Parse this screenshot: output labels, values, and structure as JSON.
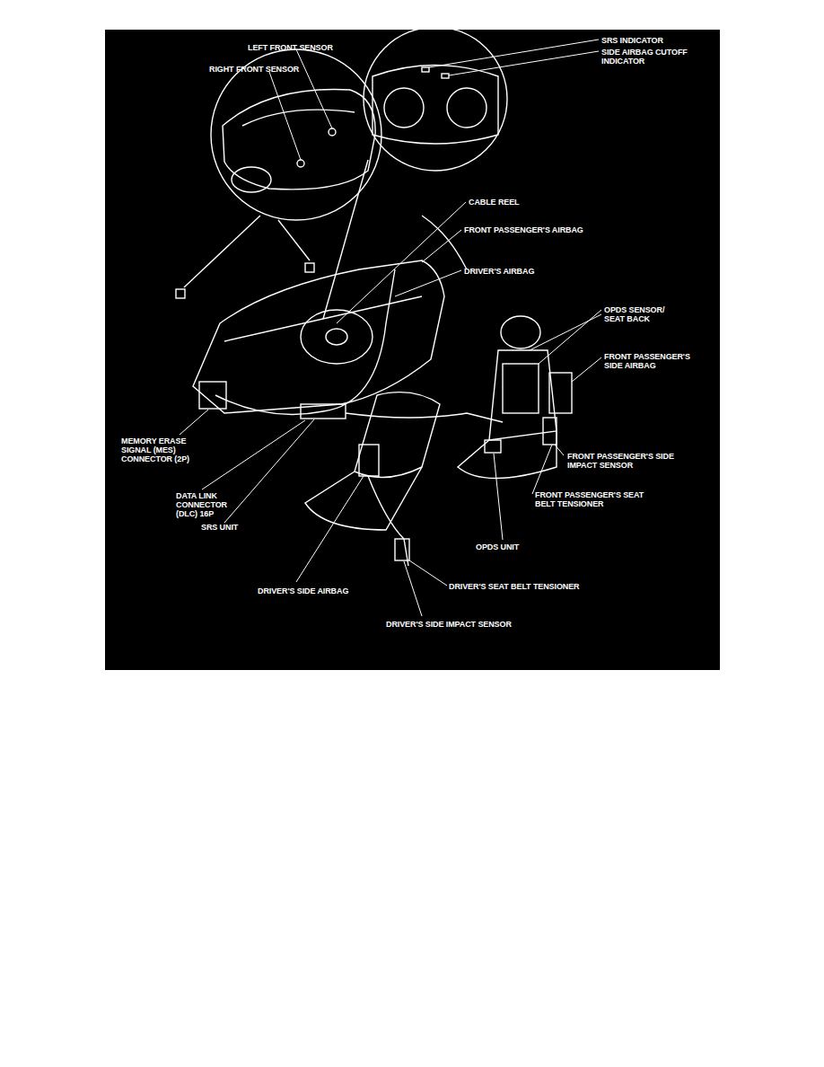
{
  "diagram": {
    "labels": [
      "LEFT FRONT SENSOR",
      "RIGHT FRONT SENSOR",
      "SRS INDICATOR",
      "SIDE AIRBAG CUTOFF INDICATOR",
      "CABLE REEL",
      "FRONT PASSENGER'S AIRBAG",
      "DRIVER'S AIRBAG",
      "OPDS SENSOR/ SEAT BACK",
      "FRONT PASSENGER'S SIDE AIRBAG",
      "FRONT PASSENGER'S SIDE IMPACT SENSOR",
      "FRONT PASSENGER'S SEAT BELT TENSIONER",
      "MEMORY ERASE SIGNAL (MES) CONNECTOR (2P)",
      "DATA LINK CONNECTOR (DLC) 16P",
      "SRS UNIT",
      "OPDS UNIT",
      "DRIVER'S SIDE AIRBAG",
      "DRIVER'S SEAT BELT TENSIONER",
      "DRIVER'S SIDE IMPACT SENSOR"
    ]
  }
}
